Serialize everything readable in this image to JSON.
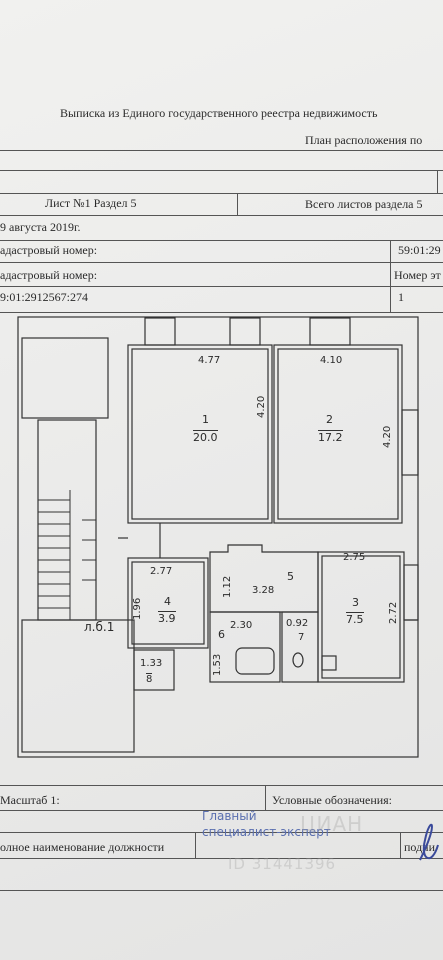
{
  "header": {
    "title_line": "Выписка из Единого государственного реестра недвижимость",
    "subtitle_line": "План расположения по"
  },
  "table": {
    "sheet_label": "Лист №1  Раздел 5",
    "total_sheets_label": "Всего листов раздела 5",
    "date_text": "9 августа 2019г.",
    "cadastral_label_1": "адастровый номер:",
    "cadastral_value_1": "59:01:29",
    "cadastral_label_2": "адастровый номер:",
    "number_label": "Номер эт",
    "cadastral_value_2": "9:01:2912567:274",
    "number_value": "1"
  },
  "plan": {
    "rooms": [
      {
        "num": "1",
        "area": "20.0"
      },
      {
        "num": "2",
        "area": "17.2"
      },
      {
        "num": "3",
        "area": "7.5"
      },
      {
        "num": "4",
        "area": "3.9"
      },
      {
        "num": "5",
        "area": ""
      },
      {
        "num": "6",
        "area": ""
      },
      {
        "num": "7",
        "area": ""
      },
      {
        "num": "8",
        "area": ""
      }
    ],
    "dims": {
      "r1_top": "4.77",
      "r1_side": "4.20",
      "r2_top": "4.10",
      "r2_side": "4.20",
      "r3_top": "2.75",
      "r3_side": "2.72",
      "r4_top": "2.77",
      "r4_side": "1.96",
      "r5_width": "3.28",
      "r5_side": "1.12",
      "r6_width": "2.30",
      "r6_side": "1.53",
      "r7_width": "0.92",
      "r8_width": "1.33"
    },
    "stair_label": "л.б.1"
  },
  "footer": {
    "scale_label": "Масштаб 1:",
    "legend_label": "Условные обозначения:",
    "position_label": "олное наименование должности",
    "signature_label": "подпи",
    "stamp_line1": "Главный",
    "stamp_line2": "специалист-эксперт"
  },
  "watermark": {
    "text1": "ЦИАН",
    "text2": "ID 31441396"
  }
}
